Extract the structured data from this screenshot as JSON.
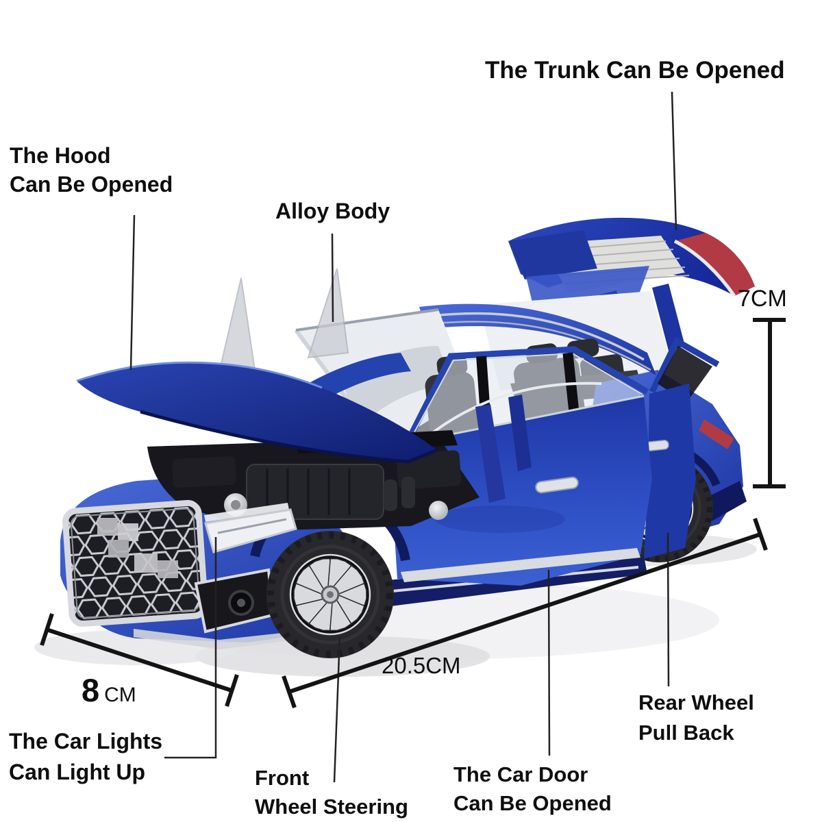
{
  "labels": {
    "trunk": "The Trunk Can Be Opened",
    "hood": "The Hood\nCan Be Opened",
    "alloy_body": "Alloy Body",
    "car_lights": "The Car Lights\nCan Light Up",
    "front_wheel": "Front\nWheel Steering",
    "car_door": "The Car Door\nCan Be Opened",
    "rear_wheel": "Rear Wheel\nPull Back"
  },
  "measurements": {
    "height": "7CM",
    "length": "20.5CM",
    "width_value": "8",
    "width_unit": "CM"
  },
  "colors": {
    "body_blue": "#2746b4",
    "body_blue_dark": "#16279a",
    "body_blue_light": "#4a6fd4",
    "caliper_red": "#c2202a",
    "tail_red": "#b23a44",
    "chrome": "#d7d9de",
    "label_text": "#0e0e0e",
    "line_color": "#222222",
    "measure_color": "#141414"
  }
}
